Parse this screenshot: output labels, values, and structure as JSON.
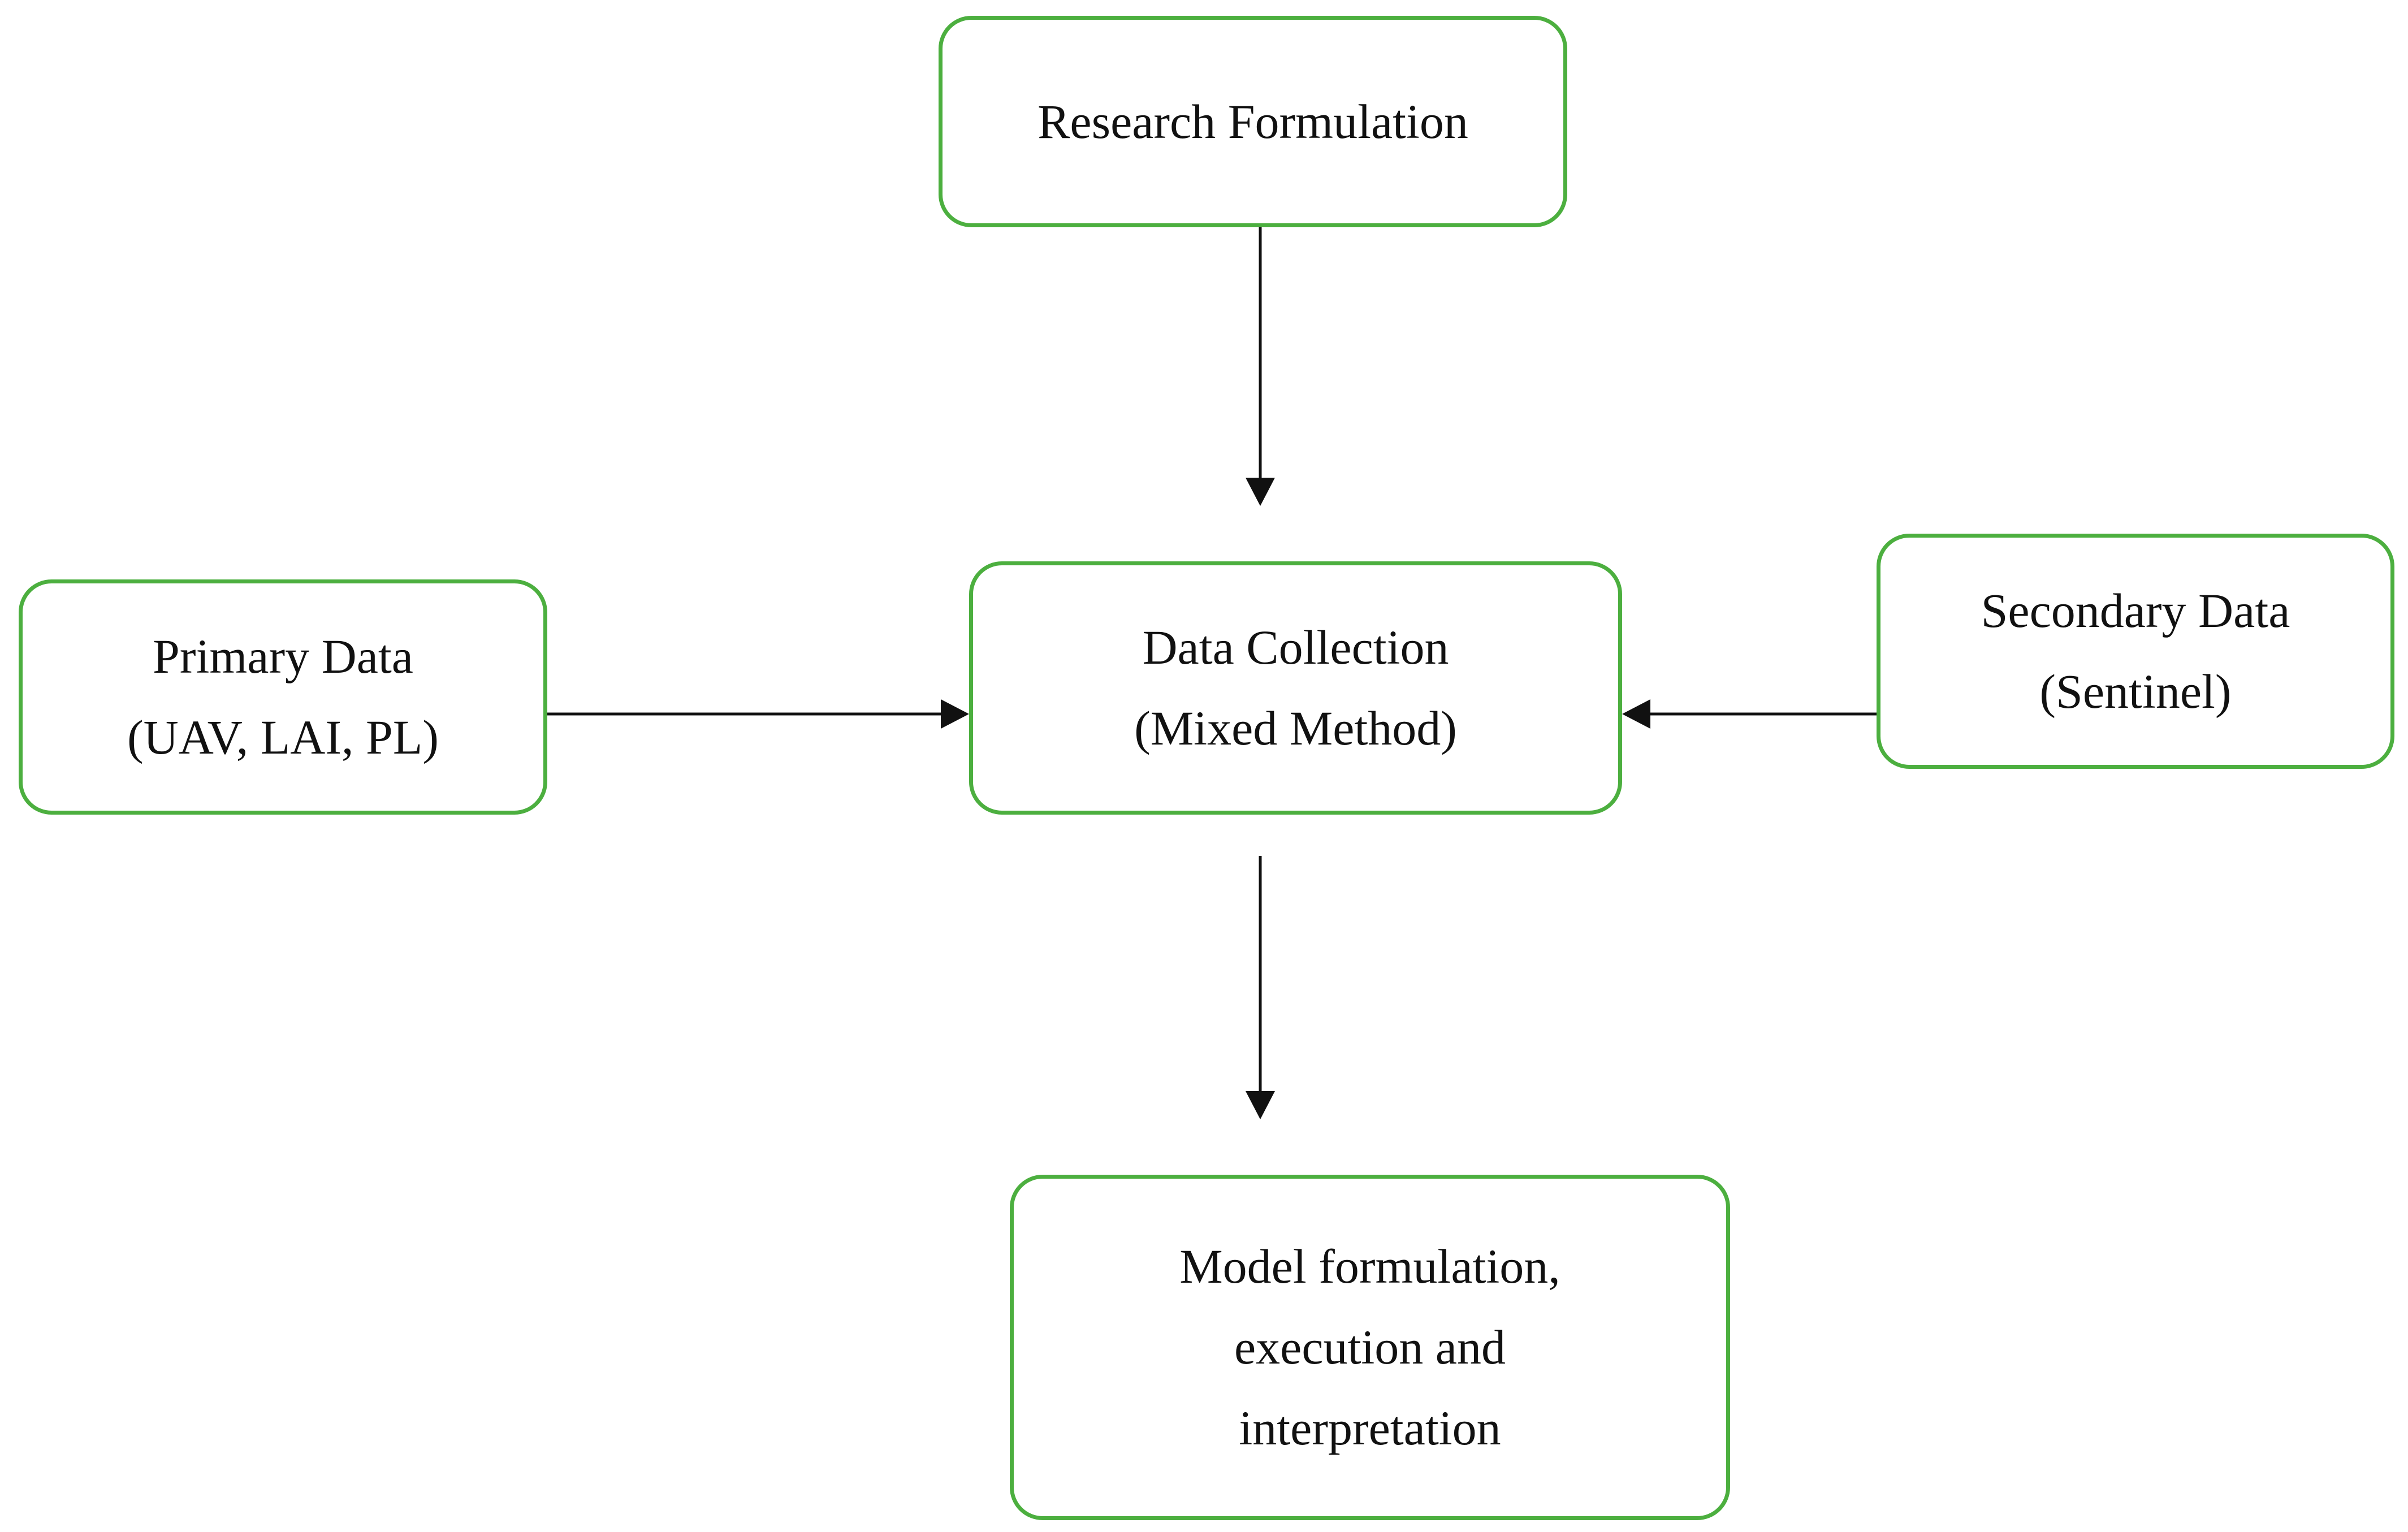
{
  "diagram": {
    "research": {
      "line1": "Research Formulation"
    },
    "primary": {
      "line1": "Primary Data",
      "line2": "(UAV, LAI, PL)"
    },
    "collection": {
      "line1": "Data Collection",
      "line2": "(Mixed Method)"
    },
    "secondary": {
      "line1": "Secondary Data",
      "line2": "(Sentinel)"
    },
    "model": {
      "line1": "Model formulation,",
      "line2": "execution and",
      "line3": "interpretation"
    },
    "colors": {
      "box_border": "#4caf3f",
      "arrow": "#111111",
      "text": "#111111",
      "background": "#ffffff"
    }
  }
}
